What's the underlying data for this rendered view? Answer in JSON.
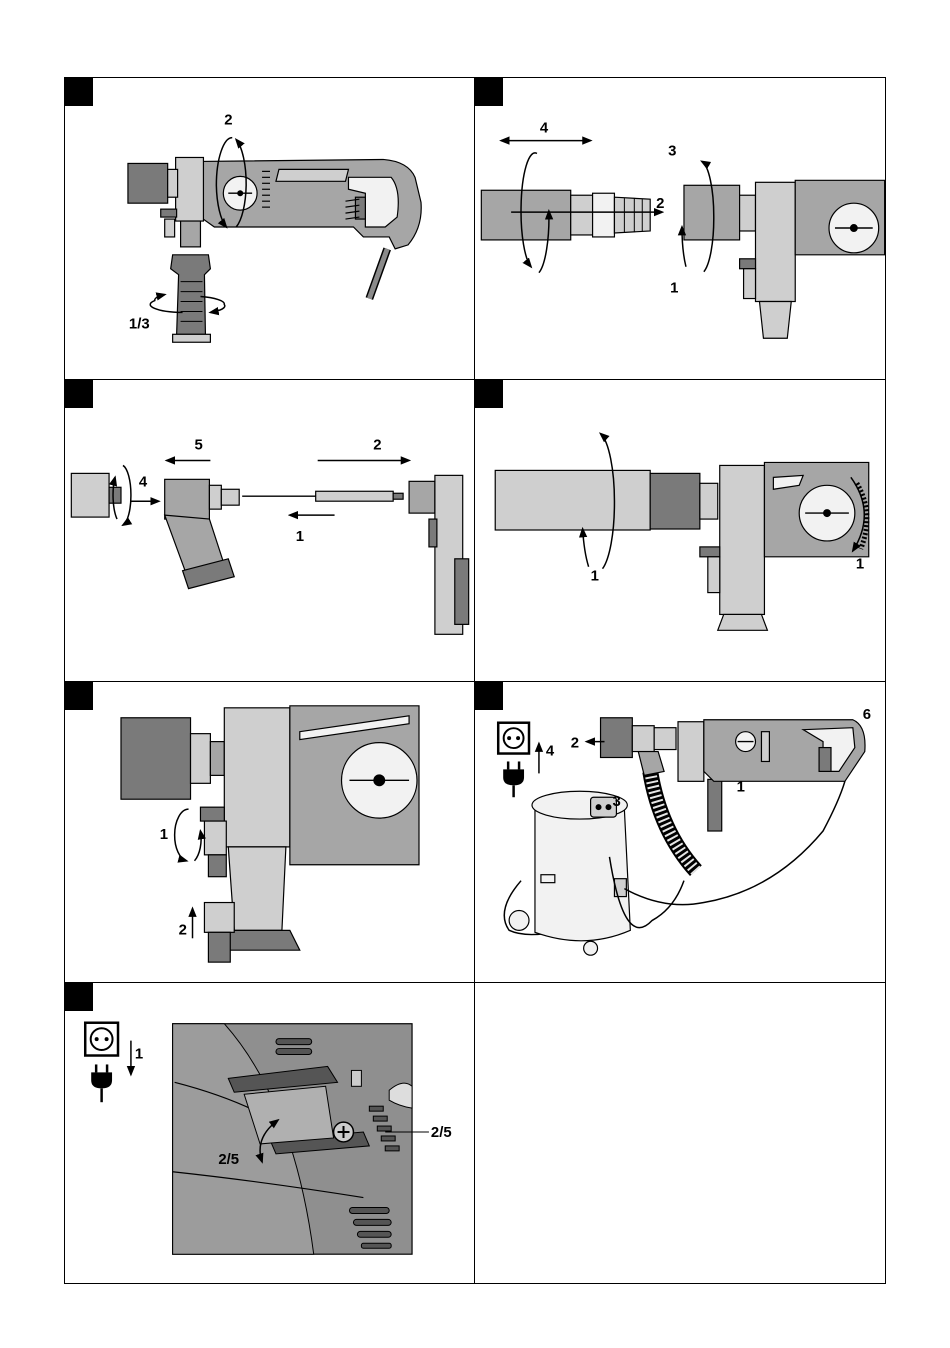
{
  "panels": [
    {
      "labels": [
        "2",
        "1/3"
      ]
    },
    {
      "labels": [
        "4",
        "3",
        "2",
        "1"
      ]
    },
    {
      "labels": [
        "5",
        "2",
        "4",
        "1"
      ]
    },
    {
      "labels": [
        "1",
        "1"
      ]
    },
    {
      "labels": [
        "1",
        "2"
      ]
    },
    {
      "labels": [
        "2",
        "4",
        "3",
        "6",
        "1"
      ]
    },
    {
      "labels": [
        "1",
        "2/5",
        "2/5"
      ]
    },
    {
      "labels": []
    }
  ],
  "icons": {
    "socket": "power-socket-icon",
    "plug": "power-plug-icon"
  }
}
